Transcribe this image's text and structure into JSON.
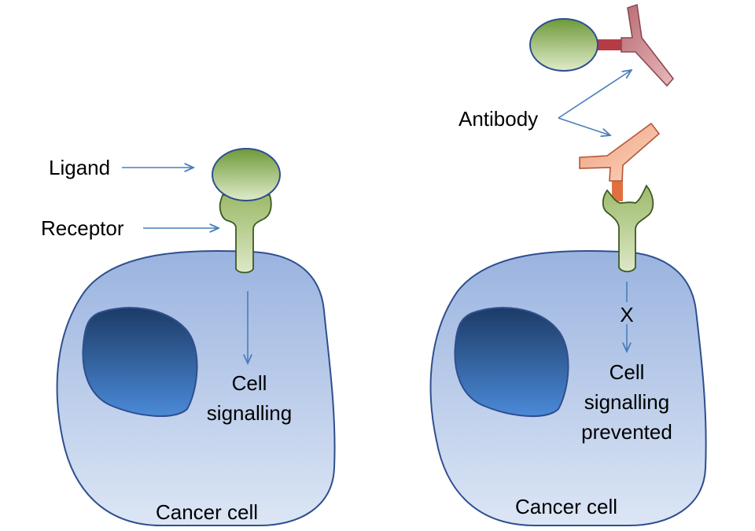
{
  "left_panel": {
    "ligand_label": "Ligand",
    "receptor_label": "Receptor",
    "signal_line1": "Cell",
    "signal_line2": "signalling",
    "cell_label": "Cancer cell"
  },
  "right_panel": {
    "antibody_label": "Antibody",
    "block_mark": "X",
    "signal_line1": "Cell",
    "signal_line2": "signalling",
    "signal_line3": "prevented",
    "cell_label": "Cancer cell"
  },
  "colors": {
    "cell_fill": "#9db6e0",
    "cell_stroke": "#2f4f8f",
    "nucleus_top": "#1d3f6e",
    "nucleus_bottom": "#4a88d6",
    "ligand_top": "#6f9a3a",
    "ligand_bottom": "#dfe9c8",
    "receptor_fill": "#c9d9a4",
    "antibody_dark": "#c98a90",
    "antibody_light": "#f3b79a",
    "arrow": "#4a7ebb"
  }
}
